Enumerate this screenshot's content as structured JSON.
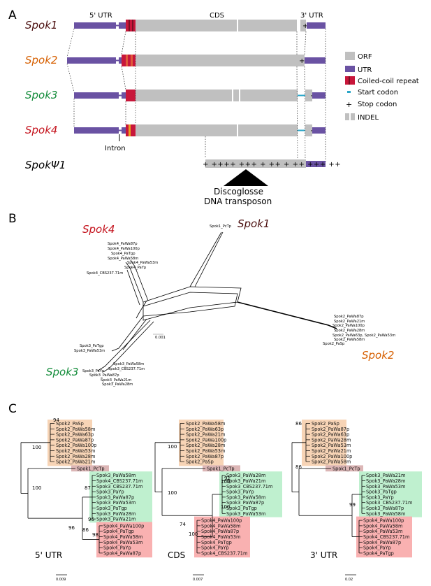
{
  "panels": {
    "a": "A",
    "b": "B",
    "c": "C"
  },
  "colors": {
    "orf": "#c0c0c0",
    "utr": "#6a52a3",
    "coiled_coil": "#c8163a",
    "start_codon": "#2aa6c8",
    "spok1": "#4b0f0f",
    "spok2": "#d65f00",
    "spok3": "#138c3a",
    "spok4": "#c4121c",
    "box_spok2": "#f7d4b6",
    "box_spok1": "#dcb6b6",
    "box_spok3": "#bff0cf",
    "box_spok4": "#f9b1b1"
  },
  "panel_a": {
    "header_5utr": "5' UTR",
    "header_cds": "CDS",
    "header_3utr": "3' UTR",
    "genes": [
      "Spok1",
      "Spok2",
      "Spok3",
      "Spok4",
      "SpokΨ1"
    ],
    "intron_label": "Intron",
    "transposon_label_1": "Discoglosse",
    "transposon_label_2": "DNA transposon",
    "legend": [
      {
        "icon": "orf-swatch",
        "label": "ORF"
      },
      {
        "icon": "utr-swatch",
        "label": "UTR"
      },
      {
        "icon": "coiled-coil-swatch",
        "label": "Coiled-coil repeat"
      },
      {
        "icon": "start-codon-swatch",
        "label": "Start codon"
      },
      {
        "icon": "stop-codon-plus",
        "label": "Stop codon"
      },
      {
        "icon": "indel-swatch",
        "label": "INDEL"
      }
    ],
    "stop_marks_psi": "+ ++++ +++ + ++ + ++ +++ ++"
  },
  "panel_b": {
    "group_labels": {
      "spok1": "Spok1",
      "spok2": "Spok2",
      "spok3": "Spok3",
      "spok4": "Spok4"
    },
    "spok1_leaves": [
      "Spok1_PcTp"
    ],
    "spok4_leaves": [
      "Spok4_PaWa87p",
      "Spok4_PaWa100p",
      "Spok4_PaTgp",
      "Spok4_PaWa58m",
      "Spok4_PaWa53m",
      "Spok4_PaYp",
      "Spok4_CBS237.71m"
    ],
    "spok2_leaves": [
      "Spok2_PaWa87p",
      "Spok2_PaWa21m",
      "Spok2_PaWa100p",
      "Spok2_PaWa28m",
      "Spok2_PaWa63p, Spok2_PaWa53m",
      "Spok2_PaWa58m",
      "Spok2_PaSp"
    ],
    "spok3_leaves_top": [
      "Spok3_PaTgp",
      "Spok3_PaWa53m"
    ],
    "spok3_leaves_bottom": [
      "Spok3_PaWa58m",
      "Spok3_CBS237.71m",
      "Spok3_PaYp",
      "Spok3_PaWa87p",
      "Spok3_PaWa21m",
      "Spok3_PaWa28m"
    ],
    "scale": "0.001"
  },
  "panel_c": {
    "trees": [
      {
        "region": "5' UTR",
        "scale": "0.009",
        "spok2": [
          "Spok2_PaSp",
          "Spok2_PaWa58m",
          "Spok2_PaWa63p",
          "Spok2_PaWa87p",
          "Spok2_PaWa100p",
          "Spok2_PaWa53m",
          "Spok2_PaWa28m",
          "Spok2_PaWa21m"
        ],
        "spok1": [
          "Spok1_PcTp"
        ],
        "spok3": [
          "Spok3_PaWa58m",
          "Spok4_CBS237.71m",
          "Spok3_CBS237.71m",
          "Spok3_PaYp",
          "Spok3_PaWa87p",
          "Spok3_PaWa53m",
          "Spok3_PaTgp",
          "Spok3_PaWa28m",
          "Spok3_PaWa21m"
        ],
        "spok4": [
          "Spok4_PaWa100p",
          "Spok4_PaTgp",
          "Spok4_PaWa58m",
          "Spok4_PaWa53m",
          "Spok4_PaYp",
          "Spok4_PaWa87p"
        ],
        "bootstrap": [
          "94",
          "100",
          "100",
          "87",
          "96",
          "96",
          "86",
          "98"
        ]
      },
      {
        "region": "CDS",
        "scale": "0.007",
        "spok2": [
          "Spok2_PaWa58m",
          "Spok2_PaWa63p",
          "Spok2_PaWa21m",
          "Spok2_PaWa100p",
          "Spok2_PaWa28m",
          "Spok2_PaWa53m",
          "Spok2_PaWa87p",
          "Spok2_PaSp"
        ],
        "spok1": [
          "Spok1_PcTp"
        ],
        "spok3": [
          "Spok3_PaWa28m",
          "Spok3_PaWa21m",
          "Spok3_CBS237.71m",
          "Spok3_PaYp",
          "Spok3_PaWa58m",
          "Spok3_PaWa87p",
          "Spok3_PaTgp",
          "Spok3_PaWa53m"
        ],
        "spok4": [
          "Spok4_PaWa100p",
          "Spok4_PaWa58m",
          "Spok4_PaWa87p",
          "Spok4_PaWa53m",
          "Spok4_PaTgp",
          "Spok4_PaYp",
          "Spok4_CBS237.71m"
        ],
        "bootstrap": [
          "100",
          "100",
          "91",
          "100",
          "100",
          "74",
          "100"
        ]
      },
      {
        "region": "3' UTR",
        "scale": "0.02",
        "spok2": [
          "Spok2_PaSp",
          "Spok2_PaWa87p",
          "Spok2_PaWa63p",
          "Spok2_PaWa28m",
          "Spok2_PaWa53m",
          "Spok2_PaWa21m",
          "Spok2_PaWa100p",
          "Spok2_PaWa58m"
        ],
        "spok1": [
          "Spok1_PcTp"
        ],
        "spok3": [
          "Spok3_PaWa21m",
          "Spok3_PaWa28m",
          "Spok3_PaWa53m",
          "Spok3_PaTgp",
          "Spok3_PaYp",
          "Spok3_CBS237.71m",
          "Spok3_PaWa87p",
          "Spok3_PaWa58m"
        ],
        "spok4": [
          "Spok4_PaWa100p",
          "Spok4_PaWa58m",
          "Spok4_PaWa53m",
          "Spok4_CBS237.71m",
          "Spok4_PaWa87p",
          "Spok4_PaYp",
          "Spok4_PaTgp"
        ],
        "bootstrap": [
          "86",
          "86",
          "99"
        ]
      }
    ]
  }
}
